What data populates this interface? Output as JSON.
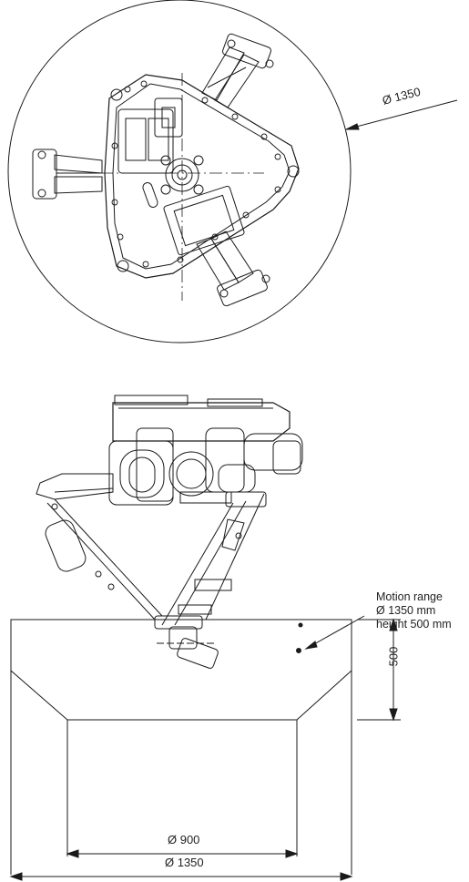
{
  "top_view": {
    "diameter_label": "Ø 1350"
  },
  "motion_range": {
    "title": "Motion range",
    "diameter": "Ø 1350 mm",
    "height": "height 500 mm"
  },
  "dimensions": {
    "height": "500",
    "bottom_diameter": "Ø 900",
    "top_diameter": "Ø 1350"
  }
}
